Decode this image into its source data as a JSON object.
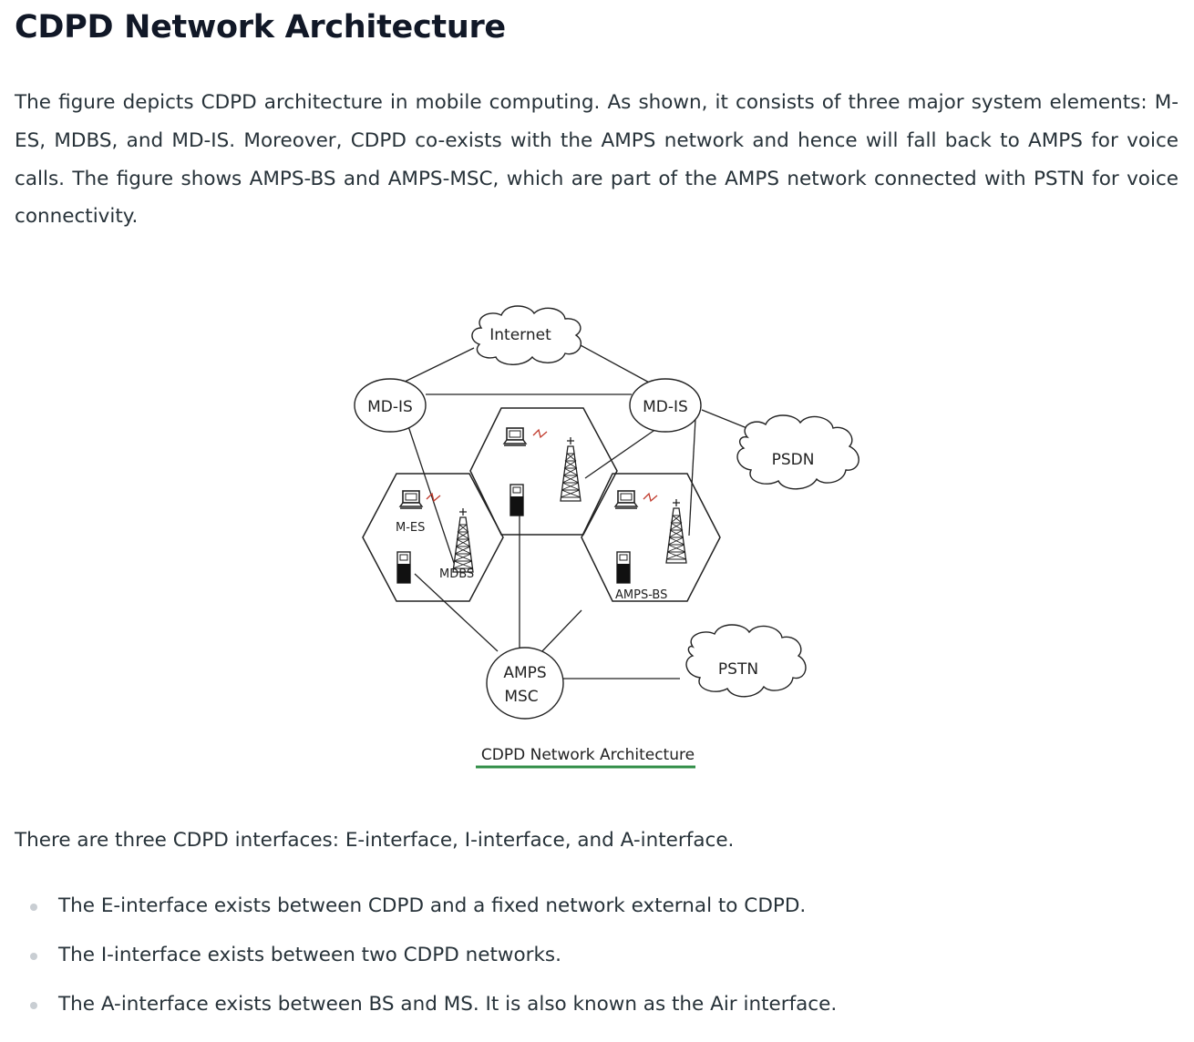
{
  "article": {
    "title": "CDPD Network Architecture",
    "intro": "The figure depicts CDPD architecture in mobile computing. As shown, it consists of three major system elements: M-ES, MDBS, and MD-IS. Moreover, CDPD co-exists with the AMPS network and hence will fall back to AMPS for voice calls. The figure shows AMPS-BS and AMPS-MSC, which are part of the AMPS network connected with PSTN for voice connectivity.",
    "summary": "There are three CDPD interfaces: E-interface, I-interface, and A-interface.",
    "bullets": [
      "The E-interface exists between CDPD and a fixed network external to CDPD.",
      "The I-interface exists between two CDPD networks.",
      "The A-interface exists between BS and MS. It is also known as the Air interface."
    ]
  },
  "figure": {
    "caption": "CDPD Network Architecture",
    "caption_underline_color": "#2f8d46",
    "nodes": {
      "internet": "Internet",
      "mdis_left": "MD-IS",
      "mdis_right": "MD-IS",
      "psdn": "PSDN",
      "pstn": "PSTN",
      "amps_msc_line1": "AMPS",
      "amps_msc_line2": "MSC",
      "mes": "M-ES",
      "mdbs": "MDBS",
      "amps_bs": "AMPS-BS"
    }
  },
  "colors": {
    "text": "#273239",
    "heading": "#111827",
    "bullet_dot": "#c9ced3",
    "signal": "#c0392b"
  }
}
